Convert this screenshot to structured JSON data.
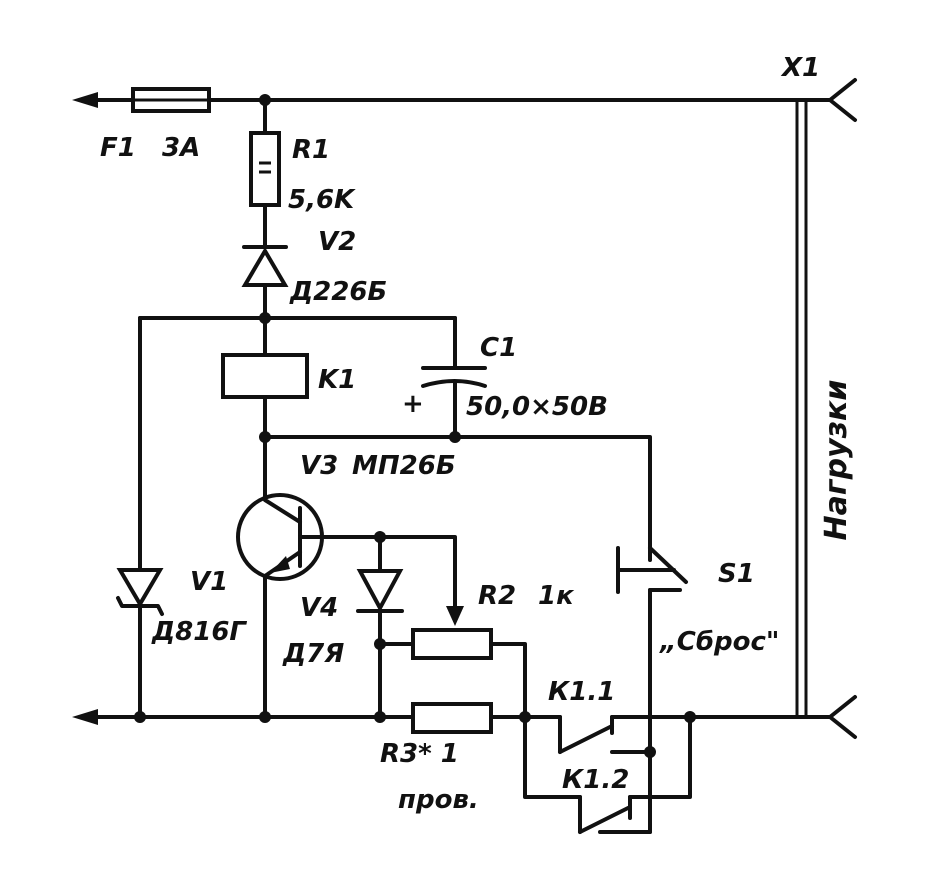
{
  "connector": {
    "name": "X1"
  },
  "fuse": {
    "ref": "F1",
    "value": "3A"
  },
  "r1": {
    "ref": "R1",
    "value": "5,6K"
  },
  "v2": {
    "ref": "V2",
    "value": "Д226Б"
  },
  "k1": {
    "ref": "K1"
  },
  "c1": {
    "ref": "C1",
    "value": "50,0×50В",
    "polarity": "+"
  },
  "v3": {
    "ref": "V3",
    "value": "МП26Б"
  },
  "v1": {
    "ref": "V1",
    "value": "Д816Г"
  },
  "v4": {
    "ref": "V4",
    "value": "Д7Я"
  },
  "r2": {
    "ref": "R2",
    "value": "1к"
  },
  "r3": {
    "ref": "R3* 1",
    "note": "пров."
  },
  "s1": {
    "ref": "S1",
    "label": "„Сброс\""
  },
  "contact_k11": {
    "ref": "К1.1"
  },
  "contact_k12": {
    "ref": "К1.2"
  },
  "load": {
    "label": "Нагрузки"
  }
}
